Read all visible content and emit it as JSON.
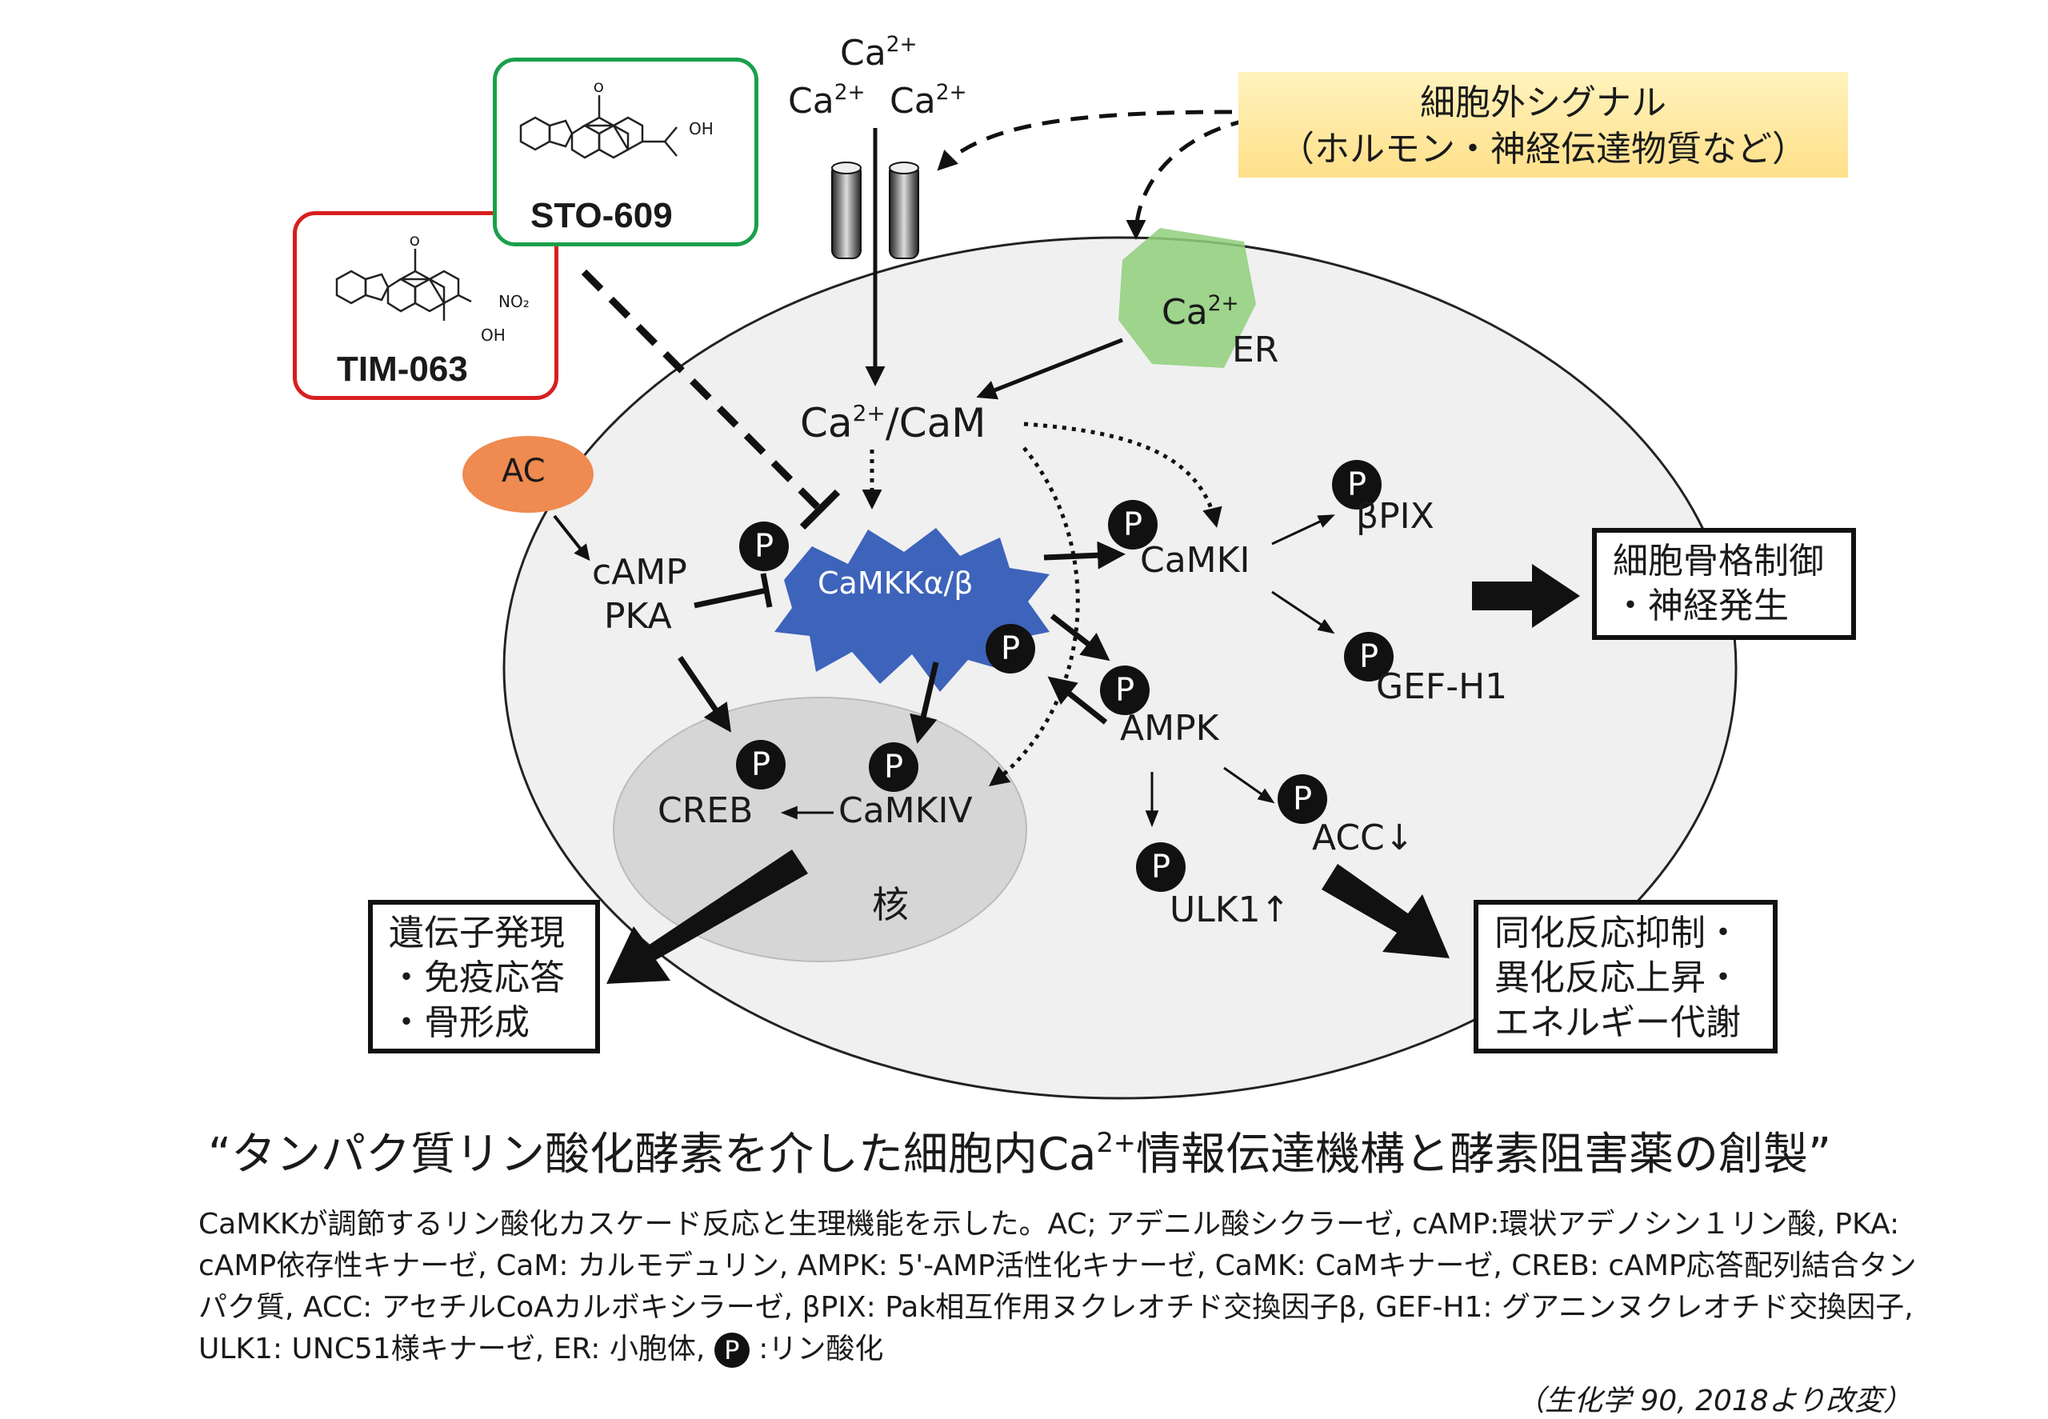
{
  "diagram": {
    "ca_ions": [
      "Ca",
      "Ca",
      "Ca"
    ],
    "ca_charge": "2+",
    "extracellular_signal": {
      "line1": "細胞外シグナル",
      "line2": "（ホルモン・神経伝達物質など）"
    },
    "drugs": {
      "sto": {
        "name": "STO-609",
        "oh": "OH",
        "color": "#1aa04a"
      },
      "tim": {
        "name": "TIM-063",
        "no2": "NO₂",
        "oh": "OH",
        "color": "#d81e1e"
      }
    },
    "er": {
      "ca": "Ca",
      "charge": "2+",
      "label": "ER"
    },
    "cam": {
      "ca": "Ca",
      "charge": "2+",
      "rest": "/CaM"
    },
    "ac": "AC",
    "camp": "cAMP",
    "pka": "PKA",
    "camkk": "CaMKKα/β",
    "camki": "CaMKI",
    "beta_pix": "βPIX",
    "gef_h1": "GEF-H1",
    "ampk": "AMPK",
    "acc": "ACC↓",
    "ulk1": "ULK1↑",
    "creb": "CREB",
    "camkiv": "CaMKIV",
    "nucleus": "核",
    "p": "P",
    "outputs": {
      "cytoskeleton": [
        "細胞骨格制御",
        "・神経発生"
      ],
      "gene": [
        "遺伝子発現",
        "・免疫応答",
        "・骨形成"
      ],
      "metabolism": [
        "同化反応抑制・",
        "異化反応上昇・",
        "エネルギー代謝"
      ]
    },
    "colors": {
      "camkk": "#3d63bb",
      "ac": "#ef8a50",
      "er": "#8fcf7a",
      "cell": "#f0f0f0",
      "nucleus": "#d6d6d6"
    }
  },
  "title": {
    "before": "“タンパク質リン酸化酵素を介した細胞内Ca",
    "sup": "2+",
    "after": "情報伝達機構と酵素阻害薬の創製”"
  },
  "caption": {
    "text": "CaMKKが調節するリン酸化カスケード反応と生理機能を示した。AC; アデニル酸シクラーゼ, cAMP:環状アデノシン１リン酸, PKA: cAMP依存性キナーゼ, CaM: カルモデュリン, AMPK: 5'-AMP活性化キナーゼ, CaMK: CaMキナーゼ, CREB: cAMP応答配列結合タンパク質, ACC: アセチルCoAカルボキシラーゼ, βPIX: Pak相互作用ヌクレオチド交換因子β, GEF-H1: グアニンヌクレオチド交換因子, ULK1: UNC51様キナーゼ, ER: 小胞体,",
    "p_symbol": "P",
    "p_meaning": ":リン酸化"
  },
  "source": "（生化学 90, 2018より改変）"
}
